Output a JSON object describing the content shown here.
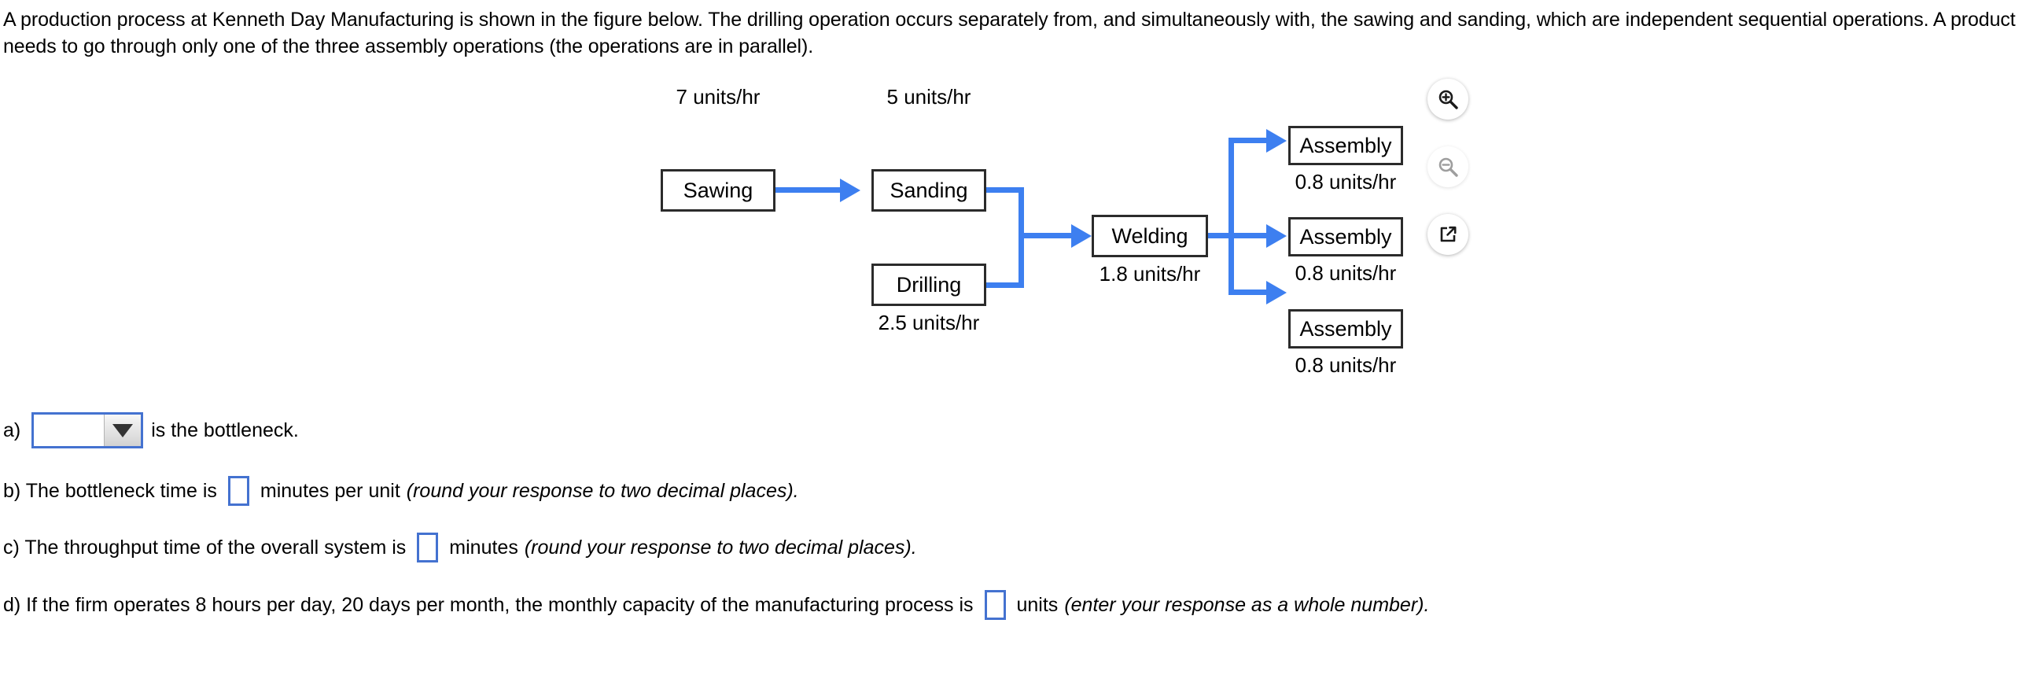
{
  "problem": {
    "statement": "A production process at Kenneth Day Manufacturing is shown in the figure below. The drilling operation occurs separately from, and simultaneously with, the sawing and sanding, which are independent sequential operations. A product needs to go through only one of the three assembly operations (the operations are in parallel)."
  },
  "figure": {
    "connector_color": "#3d7ff0",
    "nodes": {
      "sawing": {
        "label": "Sawing",
        "rate": "7 units/hr"
      },
      "sanding": {
        "label": "Sanding",
        "rate": "5 units/hr"
      },
      "drilling": {
        "label": "Drilling",
        "rate": "2.5 units/hr"
      },
      "welding": {
        "label": "Welding",
        "rate": "1.8 units/hr"
      },
      "assembly_1": {
        "label": "Assembly",
        "rate": "0.8 units/hr"
      },
      "assembly_2": {
        "label": "Assembly",
        "rate": "0.8 units/hr"
      },
      "assembly_3": {
        "label": "Assembly",
        "rate": "0.8 units/hr"
      }
    },
    "toolbar": [
      {
        "icon": "zoom-in-icon",
        "enabled": true
      },
      {
        "icon": "zoom-out-icon",
        "enabled": false
      },
      {
        "icon": "open-in-new-window-icon",
        "enabled": true
      }
    ]
  },
  "answers": {
    "a": {
      "prefix": "a)",
      "dropdown_value": "",
      "suffix": "is the bottleneck."
    },
    "b": {
      "prefix": "b) The bottleneck time is",
      "input_value": "",
      "middle": "minutes per unit",
      "note": "(round your response to two decimal places)."
    },
    "c": {
      "prefix": "c) The throughput time of the overall system is",
      "input_value": "",
      "middle": "minutes",
      "note": "(round your response to two decimal places)."
    },
    "d": {
      "prefix": "d) If the firm operates 8 hours per day, 20 days per month, the monthly capacity of the manufacturing process is",
      "input_value": "",
      "middle": "units",
      "note": "(enter your response as a whole number)."
    }
  }
}
